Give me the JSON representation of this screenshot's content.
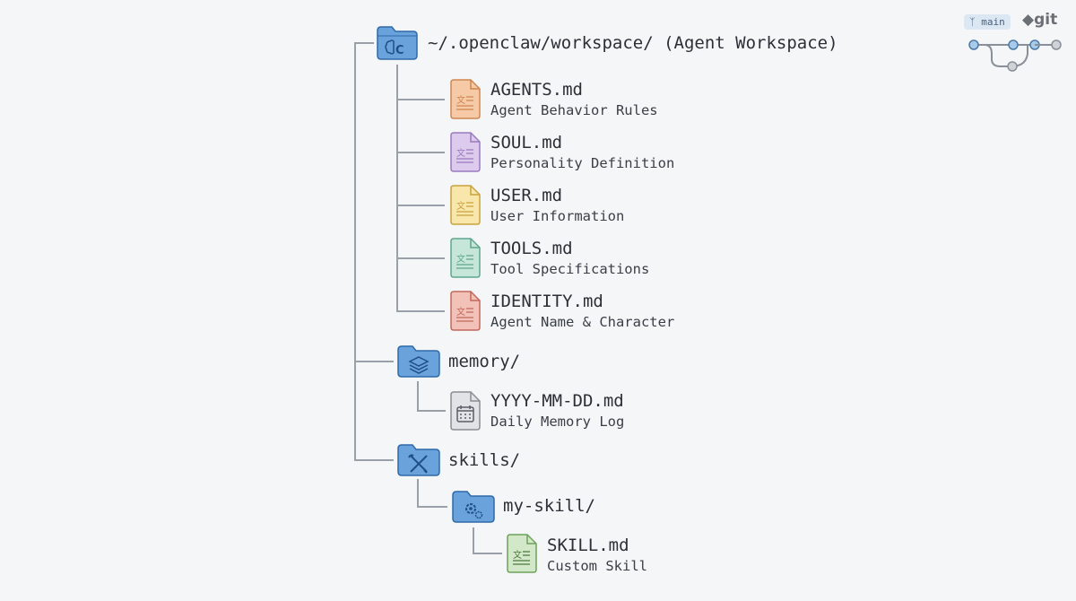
{
  "root": {
    "label": "~/.openclaw/workspace/ (Agent Workspace)",
    "icon": "brain-folder-icon"
  },
  "files": [
    {
      "name": "AGENTS.md",
      "desc": "Agent Behavior Rules",
      "fill": "#f6caa6",
      "stroke": "#cf8650"
    },
    {
      "name": "SOUL.md",
      "desc": "Personality Definition",
      "fill": "#dccbec",
      "stroke": "#9a7bbf"
    },
    {
      "name": "USER.md",
      "desc": "User Information",
      "fill": "#f8e6aa",
      "stroke": "#c8a33e"
    },
    {
      "name": "TOOLS.md",
      "desc": "Tool Specifications",
      "fill": "#c6e6da",
      "stroke": "#5fa58e"
    },
    {
      "name": "IDENTITY.md",
      "desc": "Agent Name & Character",
      "fill": "#f2c2b9",
      "stroke": "#c2685c"
    }
  ],
  "memory": {
    "label": "memory/",
    "file": {
      "name": "YYYY-MM-DD.md",
      "desc": "Daily Memory Log"
    }
  },
  "skills": {
    "label": "skills/",
    "sub": {
      "label": "my-skill/",
      "file": {
        "name": "SKILL.md",
        "desc": "Custom Skill"
      }
    }
  },
  "git": {
    "branch": "main",
    "logo": "git"
  },
  "colors": {
    "folder_fill": "#6aa3dc",
    "folder_stroke": "#2f69a8",
    "line": "#9aa0a8"
  }
}
